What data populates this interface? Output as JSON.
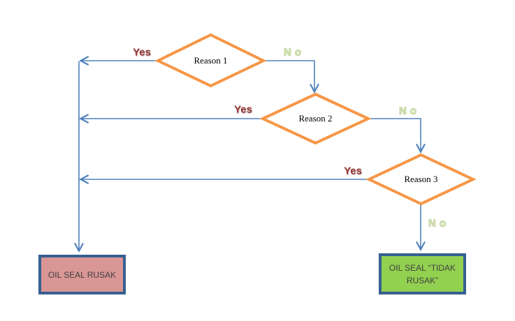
{
  "flowchart": {
    "decisions": [
      {
        "id": "reason-1",
        "label": "Reason 1",
        "yes_label": "Yes",
        "no_label": "No"
      },
      {
        "id": "reason-2",
        "label": "Reason 2",
        "yes_label": "Yes",
        "no_label": "No"
      },
      {
        "id": "reason-3",
        "label": "Reason 3",
        "yes_label": "Yes",
        "no_label": "No"
      }
    ],
    "outcomes": [
      {
        "id": "oil-seal-rusak",
        "label": "OIL SEAL RUSAK",
        "fill": "#d99694"
      },
      {
        "id": "oil-seal-tidak-rusak",
        "label": "OIL SEAL “TIDAK RUSAK”",
        "fill": "#92d050"
      }
    ],
    "colors": {
      "diamond_border": "#f79646",
      "diamond_fill": "#ffffff",
      "connector": "#4f81bd",
      "outcome_border": "#376092",
      "yes_text": "#953735",
      "no_text": "#dce6c9",
      "outcome_text": "#404040",
      "background": "#ffffff"
    }
  }
}
